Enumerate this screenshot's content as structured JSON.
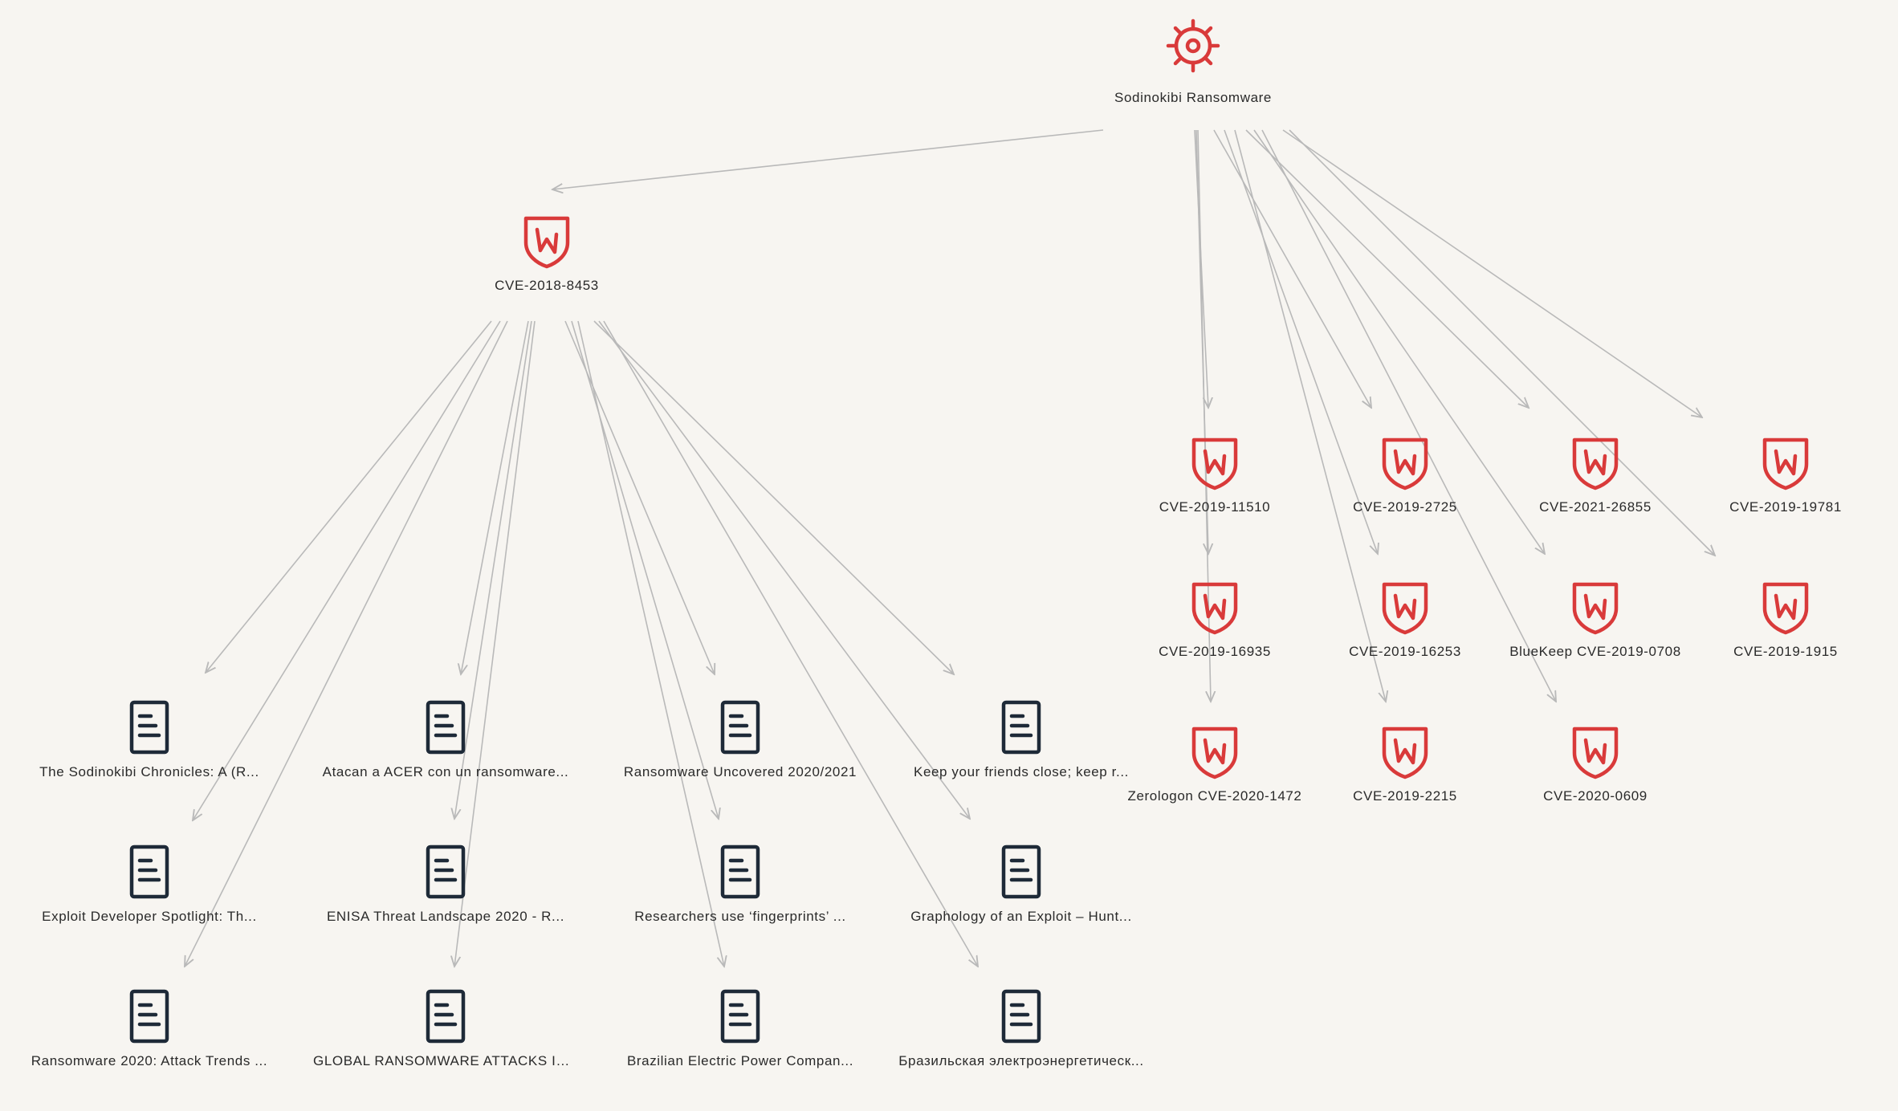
{
  "colors": {
    "threat": "#d93a3a",
    "document": "#1e2a38",
    "edge": "#b9b9b9",
    "background": "#f7f5f1"
  },
  "root": {
    "label": "Sodinokibi Ransomware",
    "icon": "malware-gear-icon"
  },
  "vulnerabilities": [
    {
      "label": "CVE-2018-8453",
      "icon": "vulnerability-shield-icon"
    },
    {
      "label": "CVE-2019-11510",
      "icon": "vulnerability-shield-icon"
    },
    {
      "label": "CVE-2019-2725",
      "icon": "vulnerability-shield-icon"
    },
    {
      "label": "CVE-2021-26855",
      "icon": "vulnerability-shield-icon"
    },
    {
      "label": "CVE-2019-19781",
      "icon": "vulnerability-shield-icon"
    },
    {
      "label": "CVE-2019-16935",
      "icon": "vulnerability-shield-icon"
    },
    {
      "label": "CVE-2019-16253",
      "icon": "vulnerability-shield-icon"
    },
    {
      "label": "BlueKeep CVE-2019-0708",
      "icon": "vulnerability-shield-icon"
    },
    {
      "label": "CVE-2019-1915",
      "icon": "vulnerability-shield-icon"
    },
    {
      "label": "Zerologon CVE-2020-1472",
      "icon": "vulnerability-shield-icon"
    },
    {
      "label": "CVE-2019-2215",
      "icon": "vulnerability-shield-icon"
    },
    {
      "label": "CVE-2020-0609",
      "icon": "vulnerability-shield-icon"
    }
  ],
  "documents": [
    {
      "label": "The Sodinokibi Chronicles: A (R...",
      "icon": "document-icon"
    },
    {
      "label": "Atacan a ACER con un ransomware...",
      "icon": "document-icon"
    },
    {
      "label": "Ransomware Uncovered 2020/2021",
      "icon": "document-icon"
    },
    {
      "label": "Keep your friends close; keep r...",
      "icon": "document-icon"
    },
    {
      "label": "Exploit Developer Spotlight: Th...",
      "icon": "document-icon"
    },
    {
      "label": "ENISA Threat Landscape 2020 - R...",
      "icon": "document-icon"
    },
    {
      "label": "Researchers use ‘fingerprints’ ...",
      "icon": "document-icon"
    },
    {
      "label": "Graphology of an Exploit – Hunt...",
      "icon": "document-icon"
    },
    {
      "label": "Ransomware 2020: Attack Trends ...",
      "icon": "document-icon"
    },
    {
      "label": "GLOBAL RANSOMWARE ATTACKS IN 20...",
      "icon": "document-icon"
    },
    {
      "label": "Brazilian Electric Power Compan...",
      "icon": "document-icon"
    },
    {
      "label": "Бразильская электроэнергетическ...",
      "icon": "document-icon"
    }
  ]
}
